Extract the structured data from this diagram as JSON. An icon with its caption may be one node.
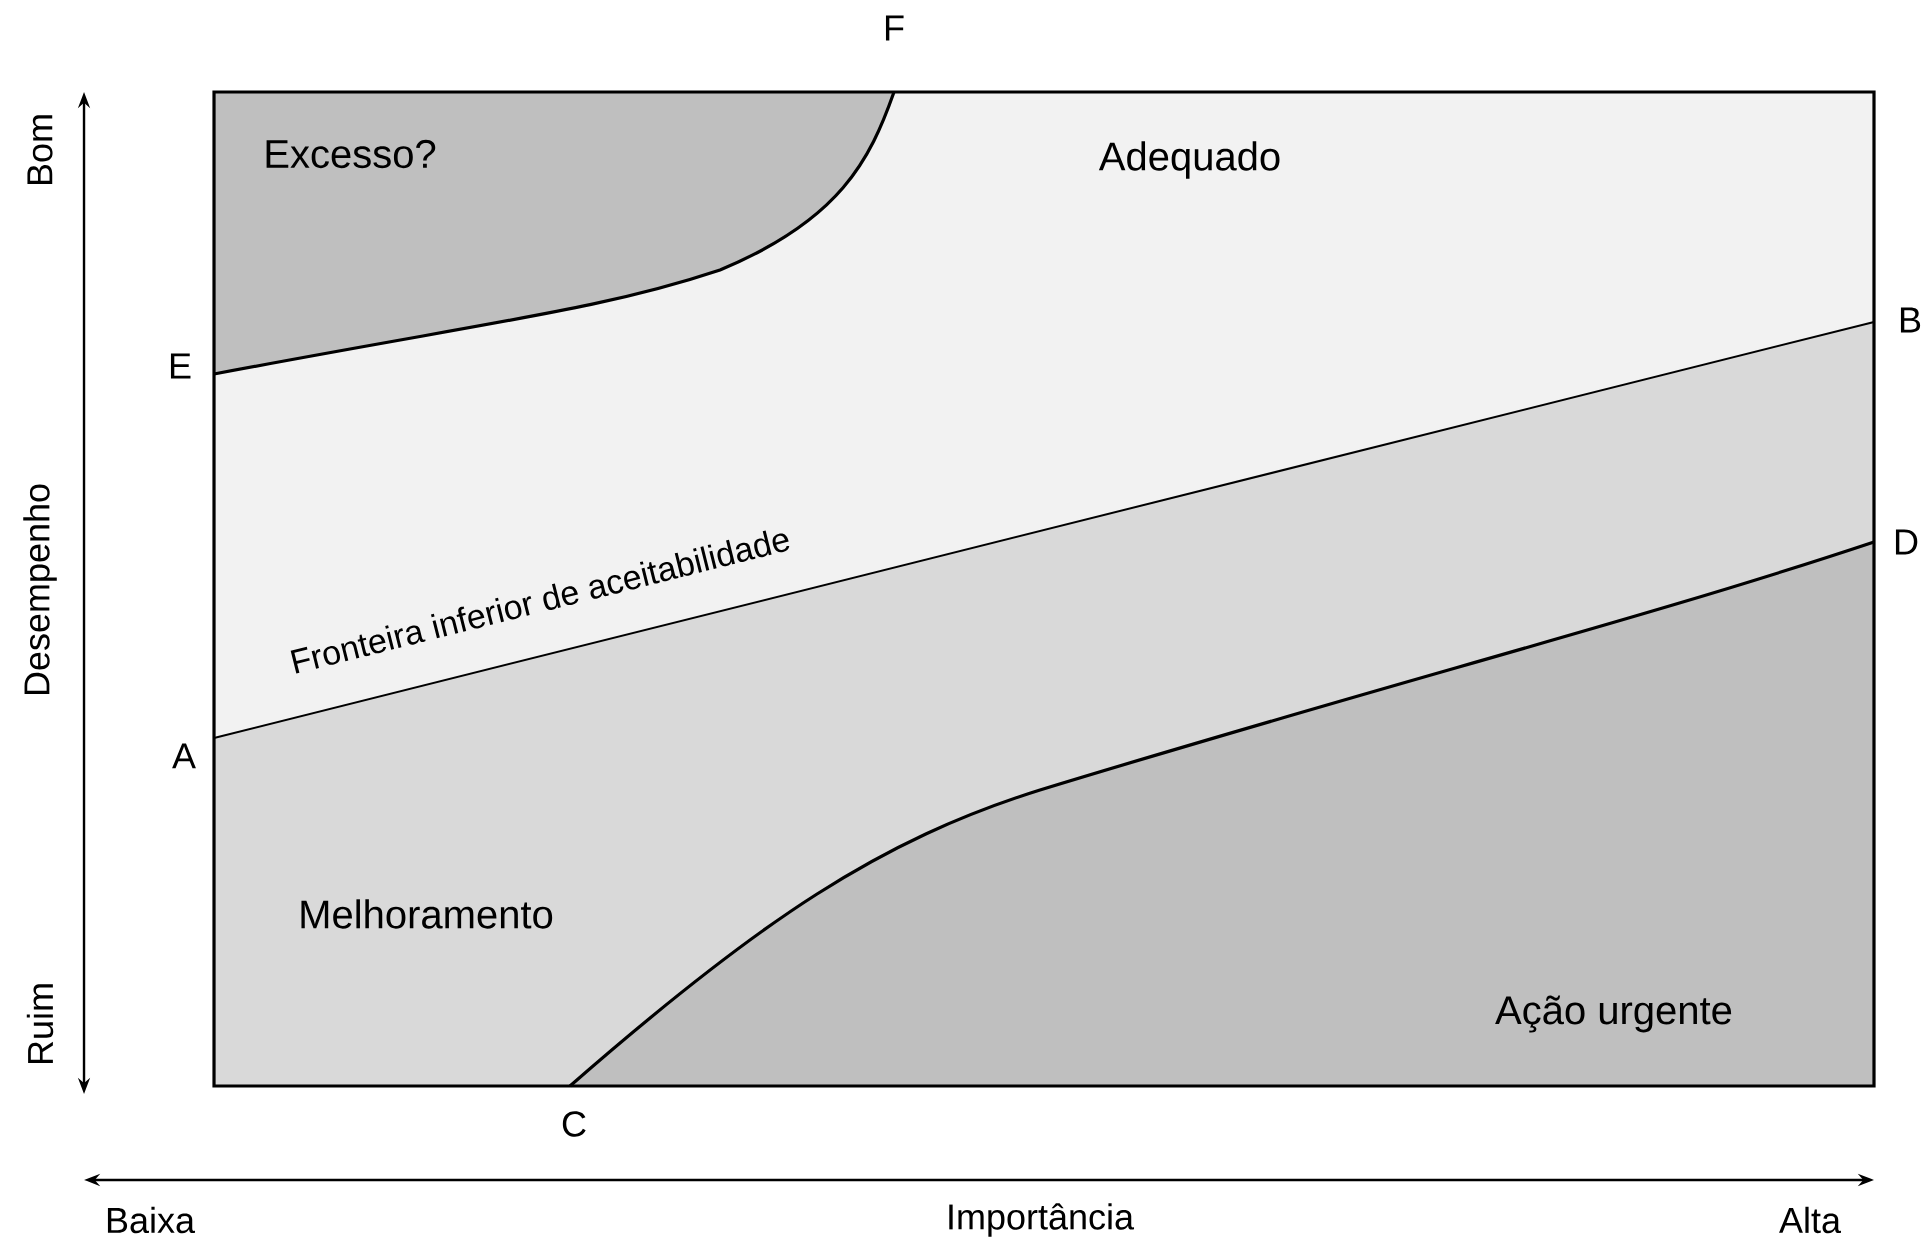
{
  "diagram": {
    "nodes": [
      {
        "text": [
          "Excesso?"
        ]
      },
      {
        "text": [
          "Adequado"
        ]
      },
      {
        "text": [
          "Melhoramento"
        ]
      },
      {
        "text": [
          "Ação urgente"
        ]
      }
    ],
    "labels": [
      "F",
      "E",
      "B",
      "Fronteira inferior de aceitabilidade",
      "D",
      "A",
      "C",
      "Bom",
      "Desempenho",
      "Ruim",
      "Baixa",
      "Importância",
      "Alta"
    ]
  }
}
